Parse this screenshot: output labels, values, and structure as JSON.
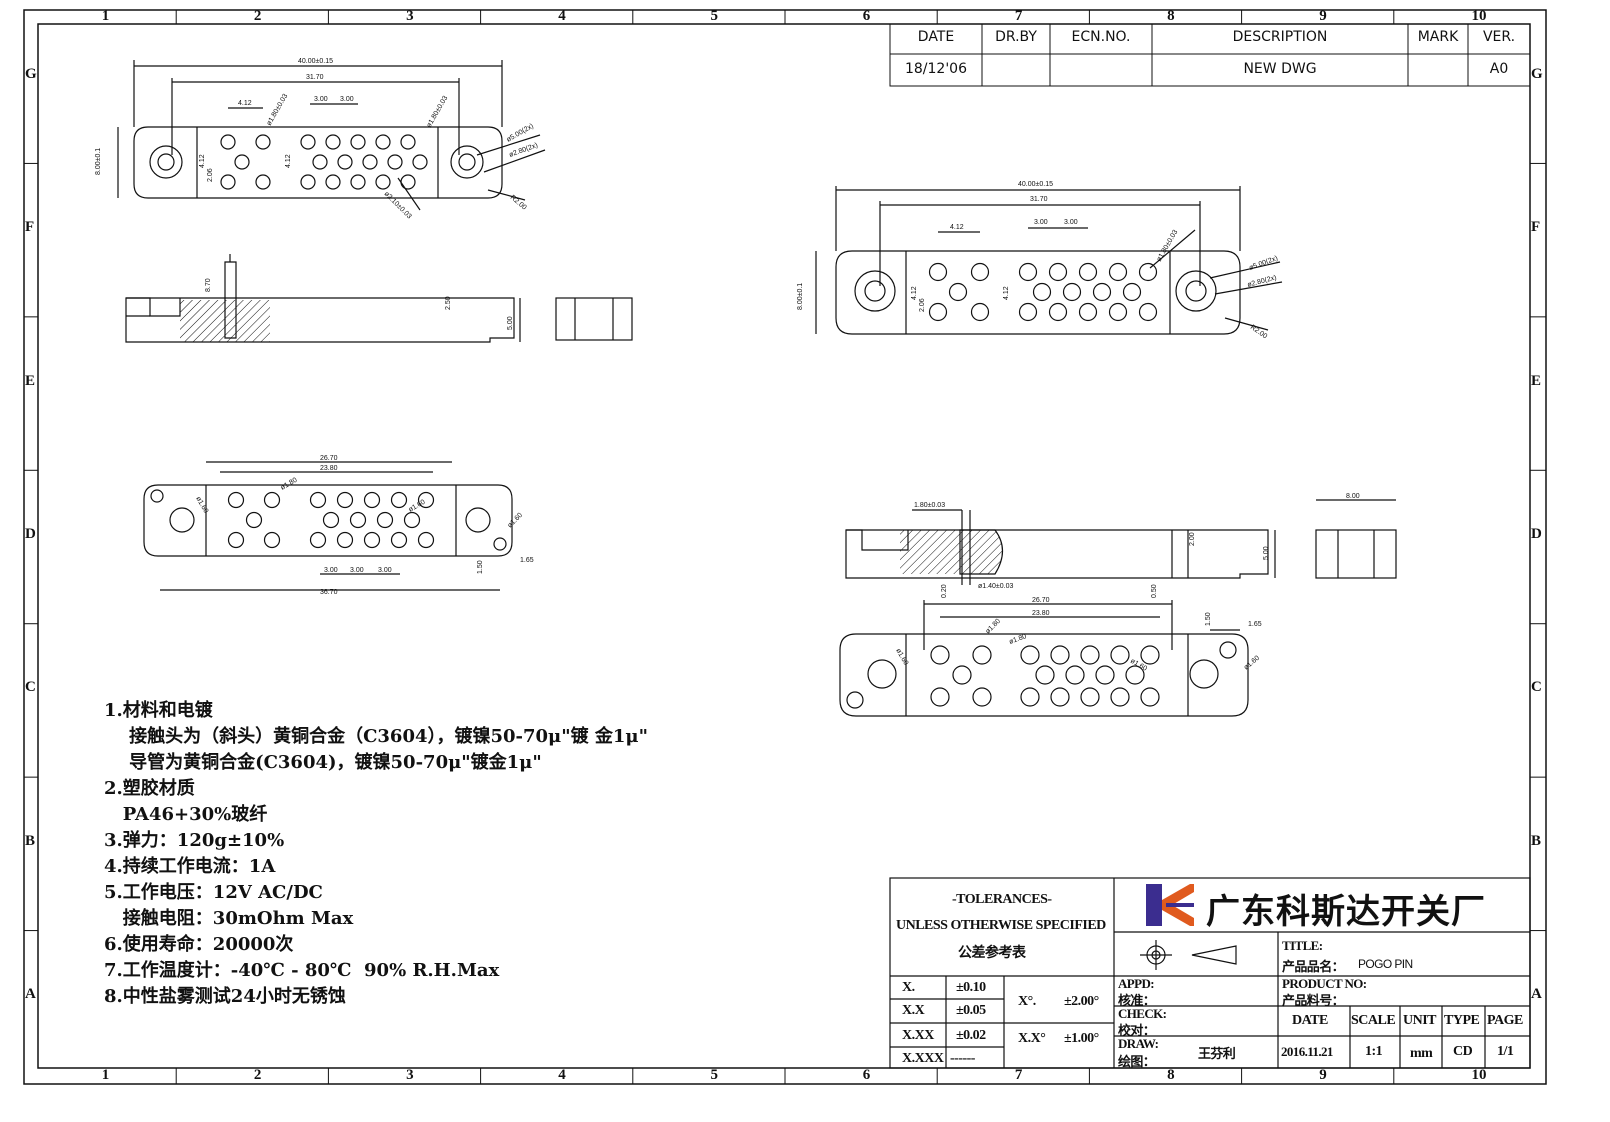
{
  "zones": {
    "columns": [
      "1",
      "2",
      "3",
      "4",
      "5",
      "6",
      "7",
      "8",
      "9",
      "10"
    ],
    "rows": [
      "G",
      "F",
      "E",
      "D",
      "C",
      "B",
      "A"
    ]
  },
  "revision_block": {
    "headers": {
      "date": "DATE",
      "drby": "DR.BY",
      "ecn": "ECN.NO.",
      "description": "DESCRIPTION",
      "mark": "MARK",
      "ver": "VER."
    },
    "row": {
      "date": "18/12'06",
      "drby": "",
      "ecn": "",
      "description": "NEW DWG",
      "mark": "",
      "ver": "A0"
    }
  },
  "dimensions": {
    "top_view": {
      "overall": "40.00±0.15",
      "hole_span": "31.70",
      "pitch_a": "4.12",
      "pitch_b": "3.00",
      "pitch_c": "3.00",
      "height": "8.00±0.1",
      "row_a": "4.12",
      "row_b": "4.12",
      "row_c": "2.06",
      "hole_small": "ø1.80±0.03",
      "hole_large_a": "ø5.00(2x)",
      "hole_large_b": "ø2.80(2x)",
      "radius": "R2.00",
      "hole_bottom": "ø2.10±0.03"
    },
    "side_view": {
      "pin": "8.70",
      "step": "2.50",
      "height": "5.00",
      "slot": "1.80±0.03",
      "pin_hole": "ø1.40±0.03",
      "gap_a": "0.20",
      "gap_b": "0.50",
      "right_step": "2.00",
      "width": "8.00"
    },
    "bottom_view": {
      "span_a": "26.70",
      "span_b": "23.80",
      "span_c": "36.70",
      "pitch_a": "3.00",
      "pitch_b": "3.00",
      "pitch_c": "3.00",
      "hole_a": "ø1.60",
      "hole_b": "ø1.80",
      "hole_c": "ø1.60",
      "hole_d": "ø1.60",
      "offset_a": "1.50",
      "offset_b": "1.65"
    }
  },
  "notes": [
    "1.材料和电镀",
    "    接触头为（斜头）黄铜合金（C3604），镀镍50-70μ\"镀 金1μ\"",
    "    导管为黄铜合金(C3604)，镀镍50-70μ\"镀金1μ\"",
    "2.塑胶材质",
    "   PA46+30%玻纤",
    "3.弹力：120g±10%",
    "4.持续工作电流：1A",
    "5.工作电压：12V AC/DC",
    "   接触电阻：30mOhm Max",
    "6.使用寿命：20000次",
    "7.工作温度计：-40℃ - 80℃  90% R.H.Max",
    "8.中性盐雾测试24小时无锈蚀"
  ],
  "tolerances": {
    "title": "-TOLERANCES-",
    "subtitle": "UNLESS OTHERWISE SPECIFIED",
    "subtitle_cn": "公差参考表",
    "rows": [
      {
        "label": "X.",
        "value": "±0.10"
      },
      {
        "label": "X.X",
        "value": "±0.05"
      },
      {
        "label": "X.XX",
        "value": "±0.02"
      },
      {
        "label": "X.XXX",
        "value": "------"
      }
    ],
    "angles": [
      {
        "label": "X°.",
        "value": "±2.00°"
      },
      {
        "label": "X.X°",
        "value": "±1.00°"
      }
    ]
  },
  "title_block": {
    "company": "广东科斯达开关厂",
    "title_label": "TITLE:",
    "product_name_label": "产品品名：",
    "product_name": "POGO PIN",
    "appd_label": "APPD:",
    "appd_cn": "核准：",
    "check_label": "CHECK:",
    "check_cn": "校对：",
    "draw_label": "DRAW:",
    "draw_cn": "绘图：",
    "drawer": "王芬利",
    "product_no_label": "PRODUCT NO:",
    "product_no_cn": "产品料号：",
    "headers": {
      "date": "DATE",
      "scale": "SCALE",
      "unit": "UNIT",
      "type": "TYPE",
      "page": "PAGE"
    },
    "values": {
      "date": "2016.11.21",
      "scale": "1:1",
      "unit": "mm",
      "type": "CD",
      "page": "1/1"
    }
  }
}
